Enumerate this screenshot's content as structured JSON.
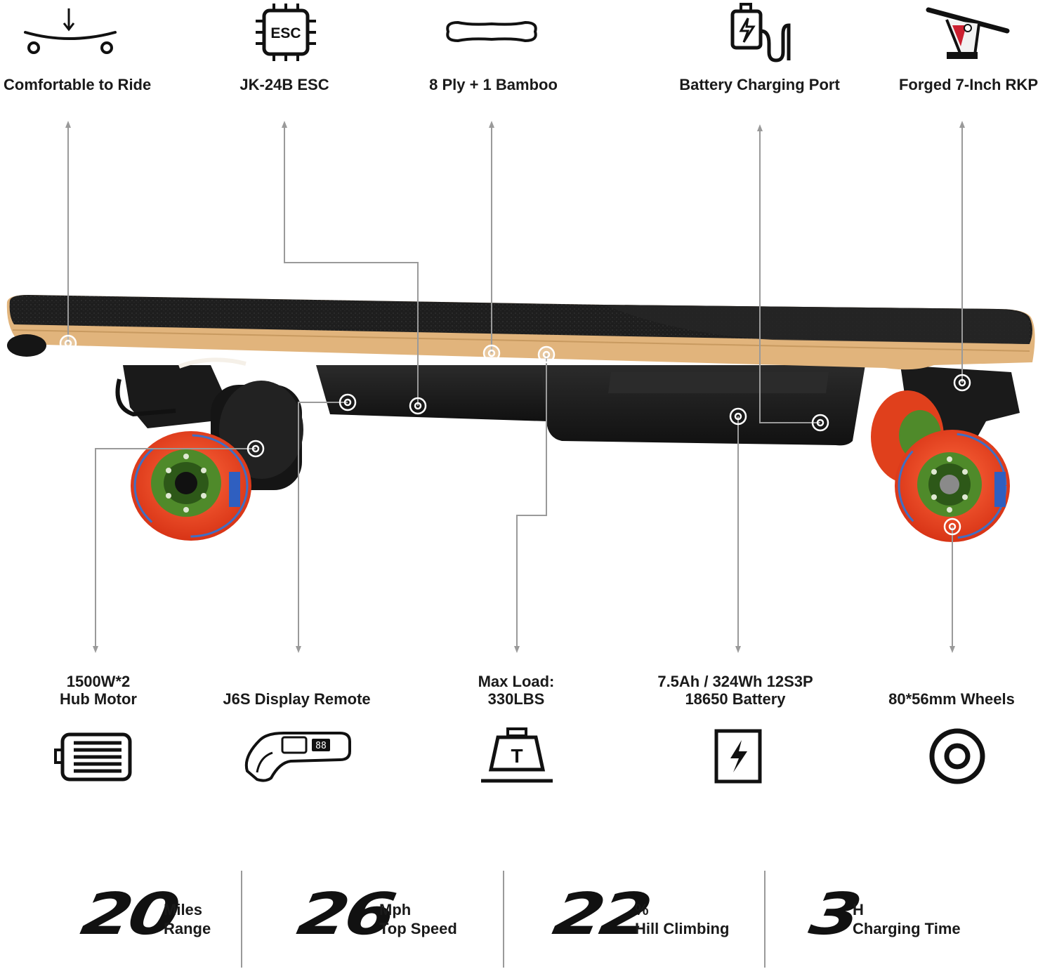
{
  "top_features": [
    {
      "label": "Comfortable to Ride",
      "icon": "skateboard-icon"
    },
    {
      "label": "JK-24B ESC",
      "icon": "esc-chip-icon",
      "icon_text": "ESC"
    },
    {
      "label": "8 Ply + 1 Bamboo",
      "icon": "deck-outline-icon"
    },
    {
      "label": "Battery Charging Port",
      "icon": "charging-plug-icon"
    },
    {
      "label": "Forged 7-Inch RKP",
      "icon": "truck-icon"
    }
  ],
  "bottom_features": [
    {
      "label_line1": "1500W*2",
      "label_line2": "Hub Motor",
      "icon": "motor-icon"
    },
    {
      "label_line1": "",
      "label_line2": "J6S Display Remote",
      "icon": "remote-icon"
    },
    {
      "label_line1": "Max Load:",
      "label_line2": "330LBS",
      "icon": "weight-icon",
      "icon_text": "T"
    },
    {
      "label_line1": "7.5Ah / 324Wh 12S3P",
      "label_line2": "18650 Battery",
      "icon": "battery-bolt-icon"
    },
    {
      "label_line1": "",
      "label_line2": "80*56mm Wheels",
      "icon": "wheel-icon"
    }
  ],
  "stats": [
    {
      "value": "20",
      "unit": "Miles",
      "caption": "Range"
    },
    {
      "value": "26",
      "unit": "Mph",
      "caption": "Top Speed"
    },
    {
      "value": "22",
      "unit": "%",
      "caption": "Hill Climbing"
    },
    {
      "value": "3",
      "unit": "H",
      "caption": "Charging Time"
    }
  ],
  "colors": {
    "deck_grip": "#1d1d1d",
    "deck_wood": "#e3b77f",
    "wheel": "#ef4a22",
    "wheel_hub": "#4f8a2a",
    "leader_line": "#9a9a9a",
    "text": "#1a1a1a"
  }
}
